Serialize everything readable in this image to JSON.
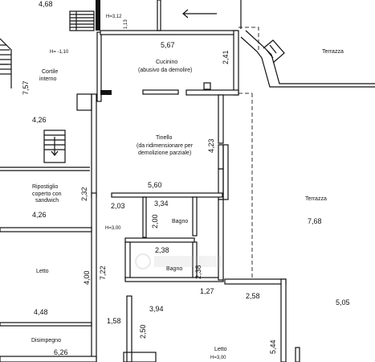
{
  "rooms": {
    "cucinino": {
      "name": "Cucinino",
      "note": "(abusivo da demolire)"
    },
    "tinello": {
      "name": "Tinello",
      "note_line1": "(da ridimensionare per",
      "note_line2": "demolizione parziale)"
    },
    "cortile": {
      "name_line1": "Cortile",
      "name_line2": "interno"
    },
    "ripostiglio": {
      "name_line1": "Ripostiglio",
      "name_line2": "coperto con",
      "name_line3": "sandwich"
    },
    "bagno1": {
      "name": "Bagno"
    },
    "bagno2": {
      "name": "Bagno"
    },
    "letto1": {
      "name": "Letto"
    },
    "letto2": {
      "name": "Letto"
    },
    "disimpegno": {
      "name": "Disimpegno"
    },
    "terrazza_top": {
      "name": "Terrazza"
    },
    "terrazza_right": {
      "name": "Terrazza"
    }
  },
  "heights": {
    "h312": "H=3,12",
    "h_cortile": "H= -1,10",
    "h300_a": "H=3,00",
    "h300_b": "H=3,00"
  },
  "dimensions": {
    "d468": "4,68",
    "d567": "5,67",
    "d241": "2,41",
    "d757": "7,57",
    "d426a": "4,26",
    "d423": "4,23",
    "d560": "5,60",
    "d232": "2,32",
    "d203": "2,03",
    "d334": "3,34",
    "d426b": "4,26",
    "d200": "2,00",
    "d768": "7,68",
    "d238a": "2,38",
    "d238b": "2,38",
    "d400": "4,00",
    "d722": "7,22",
    "d127": "1,27",
    "d258": "2,58",
    "d505": "5,05",
    "d448": "4,48",
    "d394": "3,94",
    "d158": "1,58",
    "d250": "2,50",
    "d626": "6,26",
    "d544": "5,44",
    "d113": "1,13"
  }
}
